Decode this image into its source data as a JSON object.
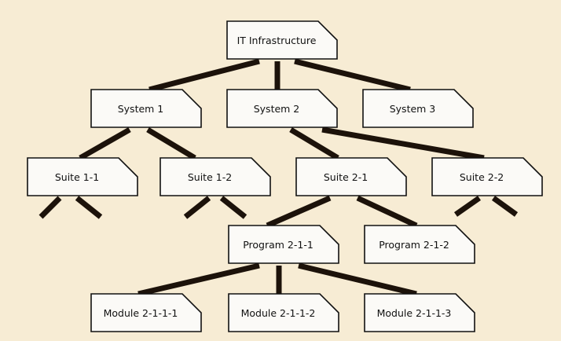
{
  "nodes": {
    "it": "IT Infrastructure",
    "sys1": "System 1",
    "sys2": "System 2",
    "sys3": "System 3",
    "s11": "Suite 1-1",
    "s12": "Suite 1-2",
    "s21": "Suite 2-1",
    "s22": "Suite 2-2",
    "p211": "Program 2-1-1",
    "p212": "Program 2-1-2",
    "m2111": "Module 2-1-1-1",
    "m2112": "Module 2-1-1-2",
    "m2113": "Module 2-1-1-3"
  },
  "colors": {
    "background": "#f7ecd4",
    "box": "#fbfaf7",
    "line": "#1c120a"
  }
}
